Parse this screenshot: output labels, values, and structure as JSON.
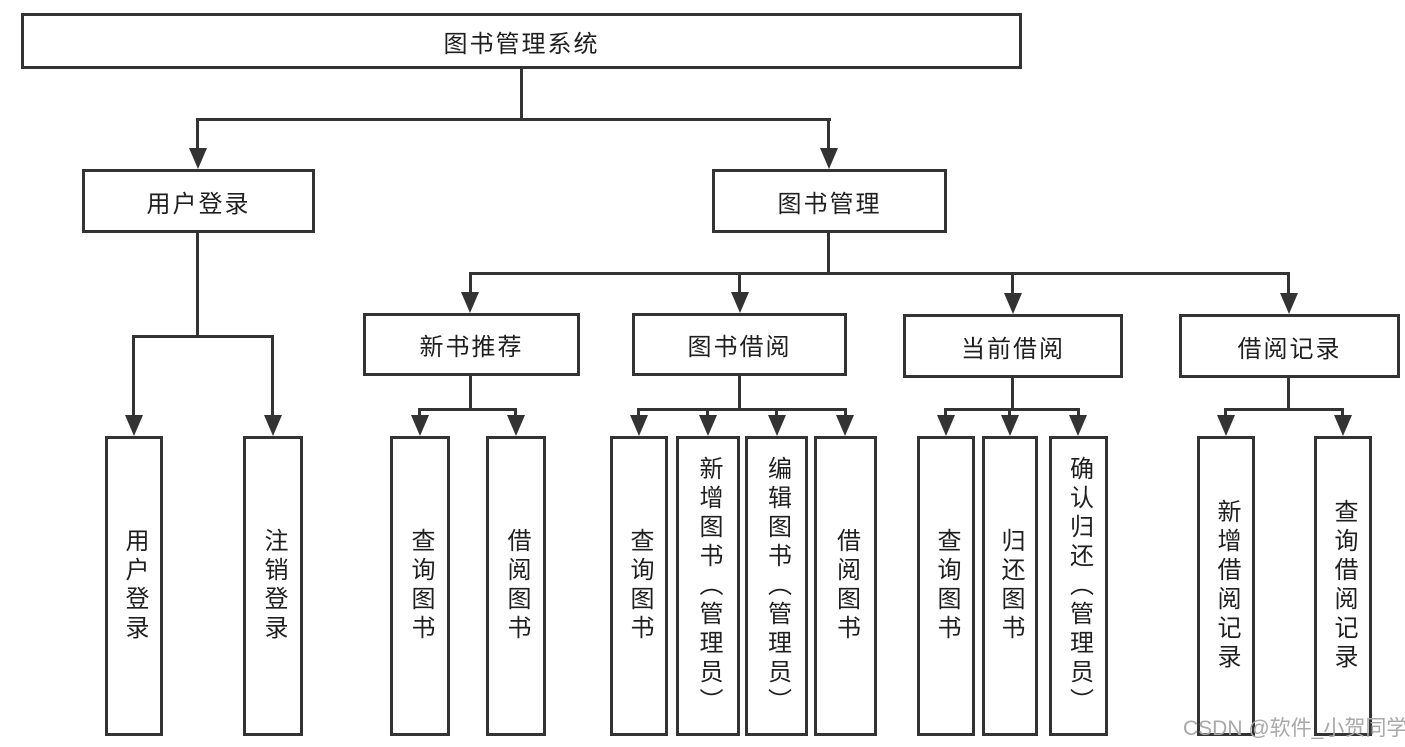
{
  "diagram": {
    "title": "图书管理系统",
    "level2": [
      {
        "label": "用户登录"
      },
      {
        "label": "图书管理"
      }
    ],
    "level3": [
      {
        "label": "新书推荐"
      },
      {
        "label": "图书借阅"
      },
      {
        "label": "当前借阅"
      },
      {
        "label": "借阅记录"
      }
    ],
    "level4": [
      {
        "label": "用户登录",
        "parent": "用户登录"
      },
      {
        "label": "注销登录",
        "parent": "用户登录"
      },
      {
        "label": "查询图书",
        "parent": "新书推荐"
      },
      {
        "label": "借阅图书",
        "parent": "新书推荐"
      },
      {
        "label": "查询图书",
        "parent": "图书借阅"
      },
      {
        "label": "新增图书（管理员）",
        "parent": "图书借阅"
      },
      {
        "label": "编辑图书（管理员）",
        "parent": "图书借阅"
      },
      {
        "label": "借阅图书",
        "parent": "图书借阅"
      },
      {
        "label": "查询图书",
        "parent": "当前借阅"
      },
      {
        "label": "归还图书",
        "parent": "当前借阅"
      },
      {
        "label": "确认归还（管理员）",
        "parent": "当前借阅"
      },
      {
        "label": "新增借阅记录",
        "parent": "借阅记录"
      },
      {
        "label": "查询借阅记录",
        "parent": "借阅记录"
      }
    ]
  },
  "watermark": {
    "text": "CSDN @软件_小贺同学"
  },
  "colors": {
    "line": "#333333",
    "text": "#1f1f1f",
    "watermark": "#a8a8a8",
    "background": "#ffffff"
  }
}
